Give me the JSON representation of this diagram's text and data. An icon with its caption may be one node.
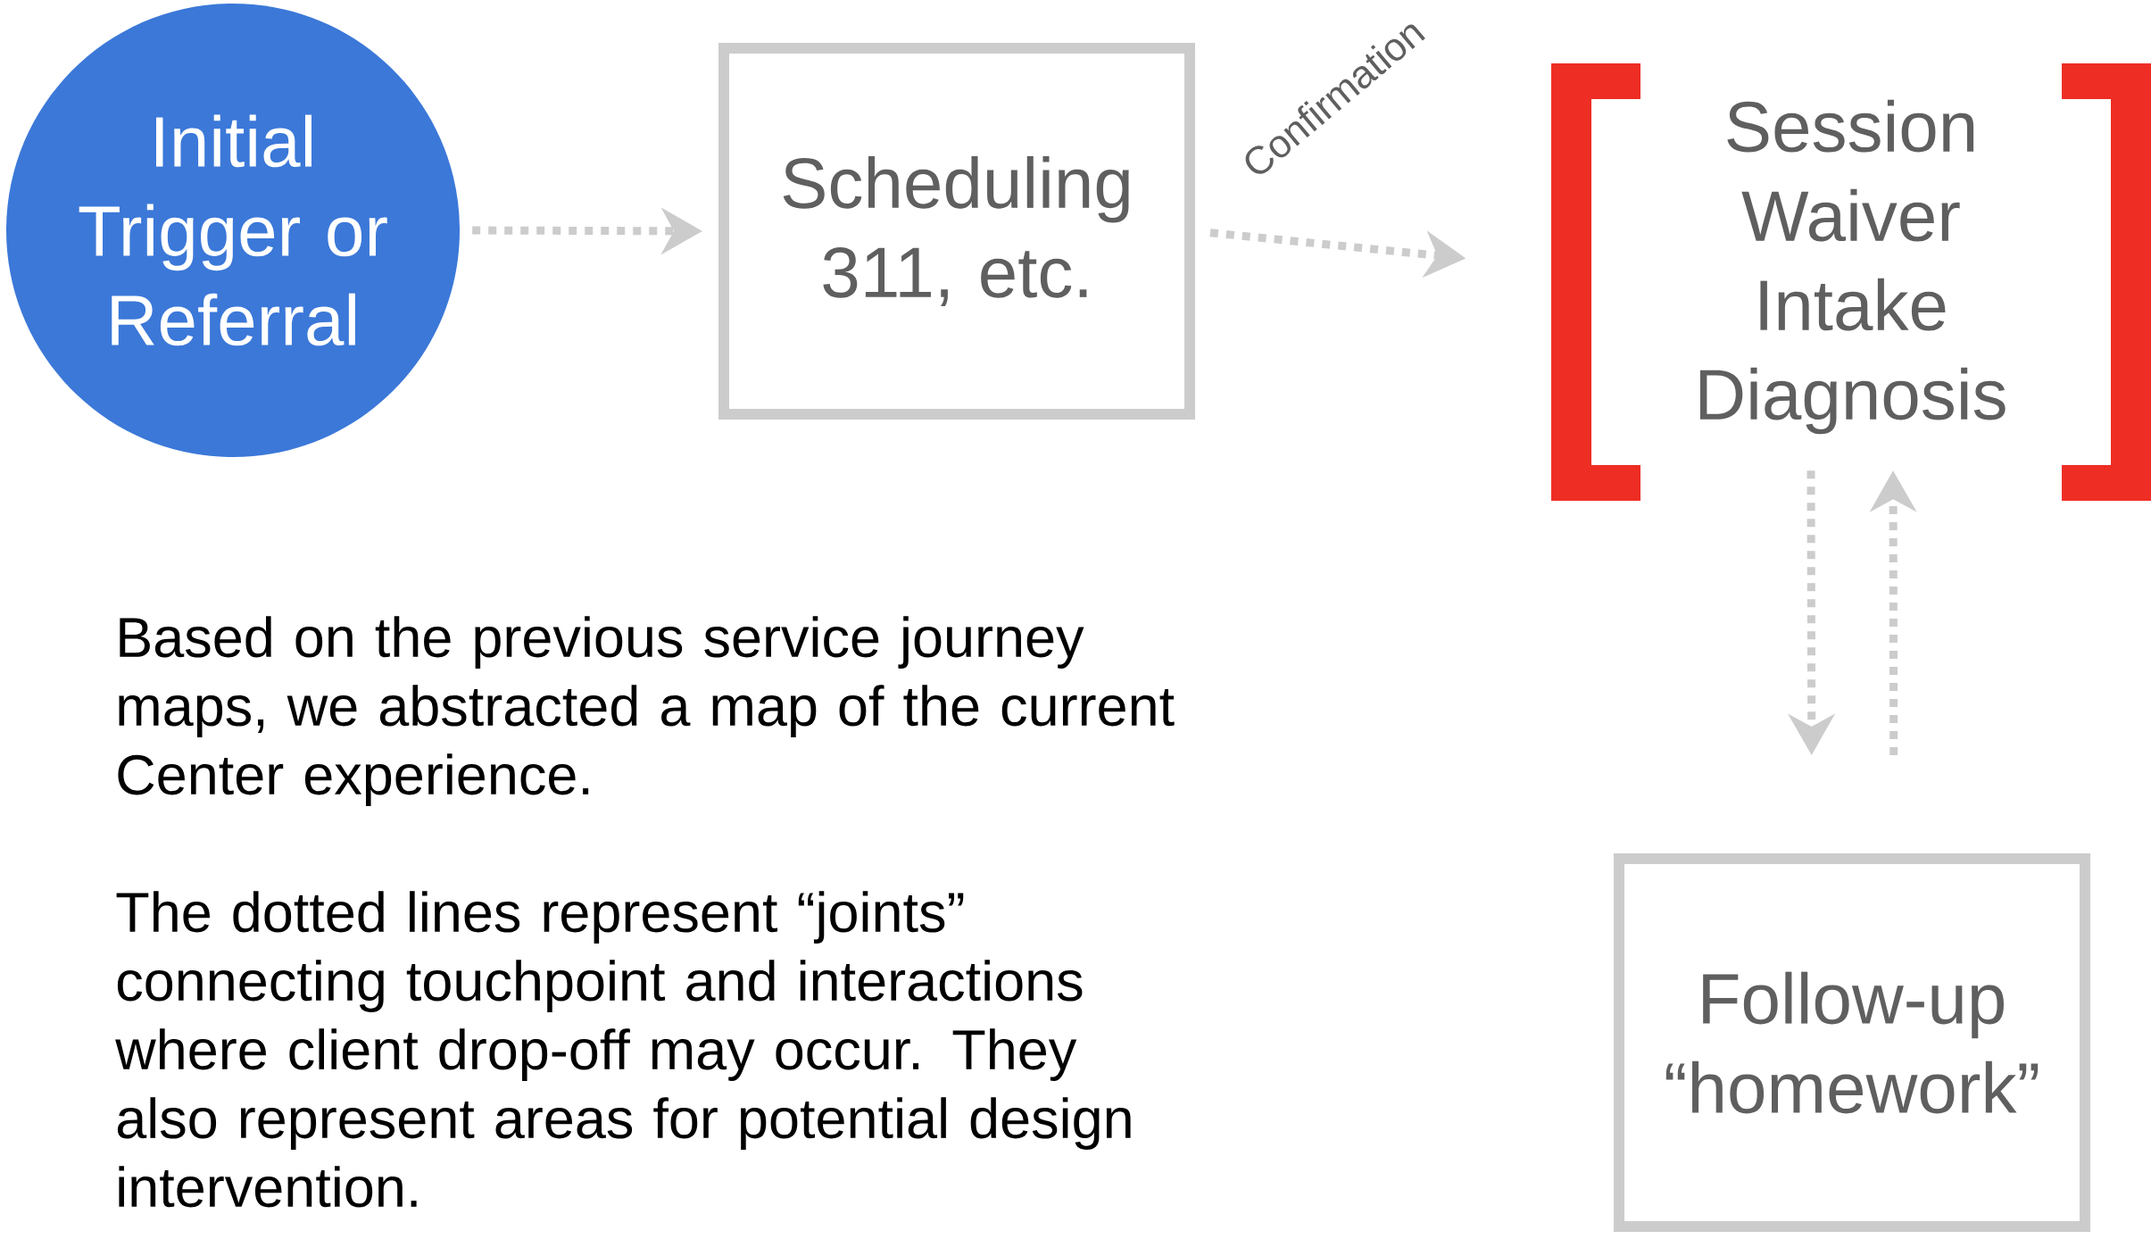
{
  "diagram": {
    "nodes": [
      {
        "text": [
          "Initial Trigger or Referral"
        ]
      },
      {
        "text": [
          "Scheduling 311, etc."
        ]
      },
      {
        "text": [
          "Session Waiver Intake Diagnosis"
        ]
      },
      {
        "text": [
          "Follow-up “homework”"
        ]
      }
    ],
    "edges": [
      {
        "from": 0,
        "to": 1,
        "arrow": "to"
      },
      {
        "from": 1,
        "to": 2,
        "arrow": "to",
        "label": "Confirmation"
      },
      {
        "from": 2,
        "to": 3,
        "arrow": "to"
      },
      {
        "from": 3,
        "to": 2,
        "arrow": "to"
      }
    ],
    "labels": [
      "Based on the previous service journey maps, we abstracted a map of the current Center experience.",
      "The dotted lines represent “joints” connecting touchpoint and interactions where client drop-off may occur. They also represent areas for potential design intervention."
    ]
  }
}
